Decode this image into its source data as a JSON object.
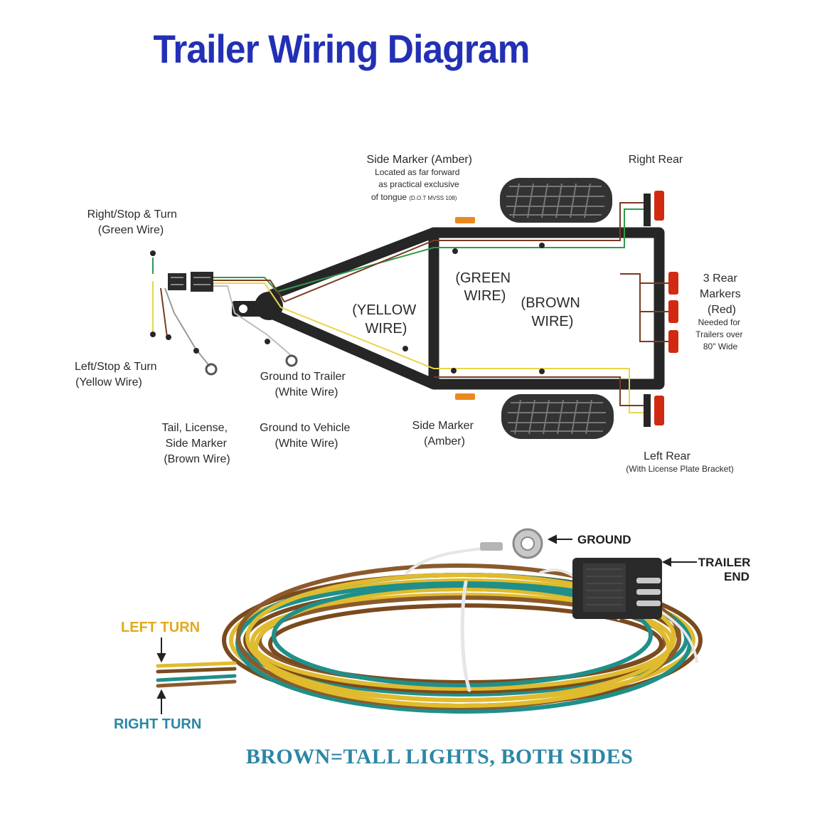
{
  "title": "Trailer Wiring Diagram",
  "colors": {
    "title": "#2230b5",
    "frame": "#262626",
    "green_wire": "#2e9a4e",
    "yellow_wire": "#e7d64a",
    "brown_wire": "#7a3a22",
    "white_wire": "#bdbdbd",
    "amber_marker": "#e88a1f",
    "red_light": "#d02a12",
    "teal": "#2b86a5"
  },
  "diagram": {
    "labels": {
      "right_stop_turn": [
        "Right/Stop & Turn",
        "(Green Wire)"
      ],
      "left_stop_turn": [
        "Left/Stop & Turn",
        "(Yellow Wire)"
      ],
      "tail_license": [
        "Tail, License,",
        "Side Marker",
        "(Brown Wire)"
      ],
      "ground_vehicle": [
        "Ground to Vehicle",
        "(White Wire)"
      ],
      "ground_trailer": [
        "Ground to Trailer",
        "(White Wire)"
      ],
      "side_marker_top": [
        "Side Marker (Amber)",
        "Located as far forward",
        "as practical exclusive",
        "of tongue"
      ],
      "side_marker_top_ref": "(D.O.T MVSS 108)",
      "side_marker_bottom": [
        "Side Marker",
        "(Amber)"
      ],
      "right_rear": "Right Rear",
      "left_rear": "Left Rear",
      "left_rear_note": "(With License Plate Bracket)",
      "rear_markers": [
        "3 Rear",
        "Markers",
        "(Red)"
      ],
      "rear_markers_note": [
        "Needed for",
        "Trailers over",
        "80\" Wide"
      ],
      "green_wire": [
        "(GREEN",
        "WIRE)"
      ],
      "yellow_wire": [
        "(YELLOW",
        "WIRE)"
      ],
      "brown_wire": [
        "(BROWN",
        "WIRE)"
      ]
    }
  },
  "harness": {
    "ground": "GROUND",
    "trailer_end": [
      "TRAILER",
      "END"
    ],
    "left_turn": "LEFT TURN",
    "right_turn": "RIGHT TURN"
  },
  "footer": "BROWN=TALL LIGHTS, BOTH SIDES"
}
